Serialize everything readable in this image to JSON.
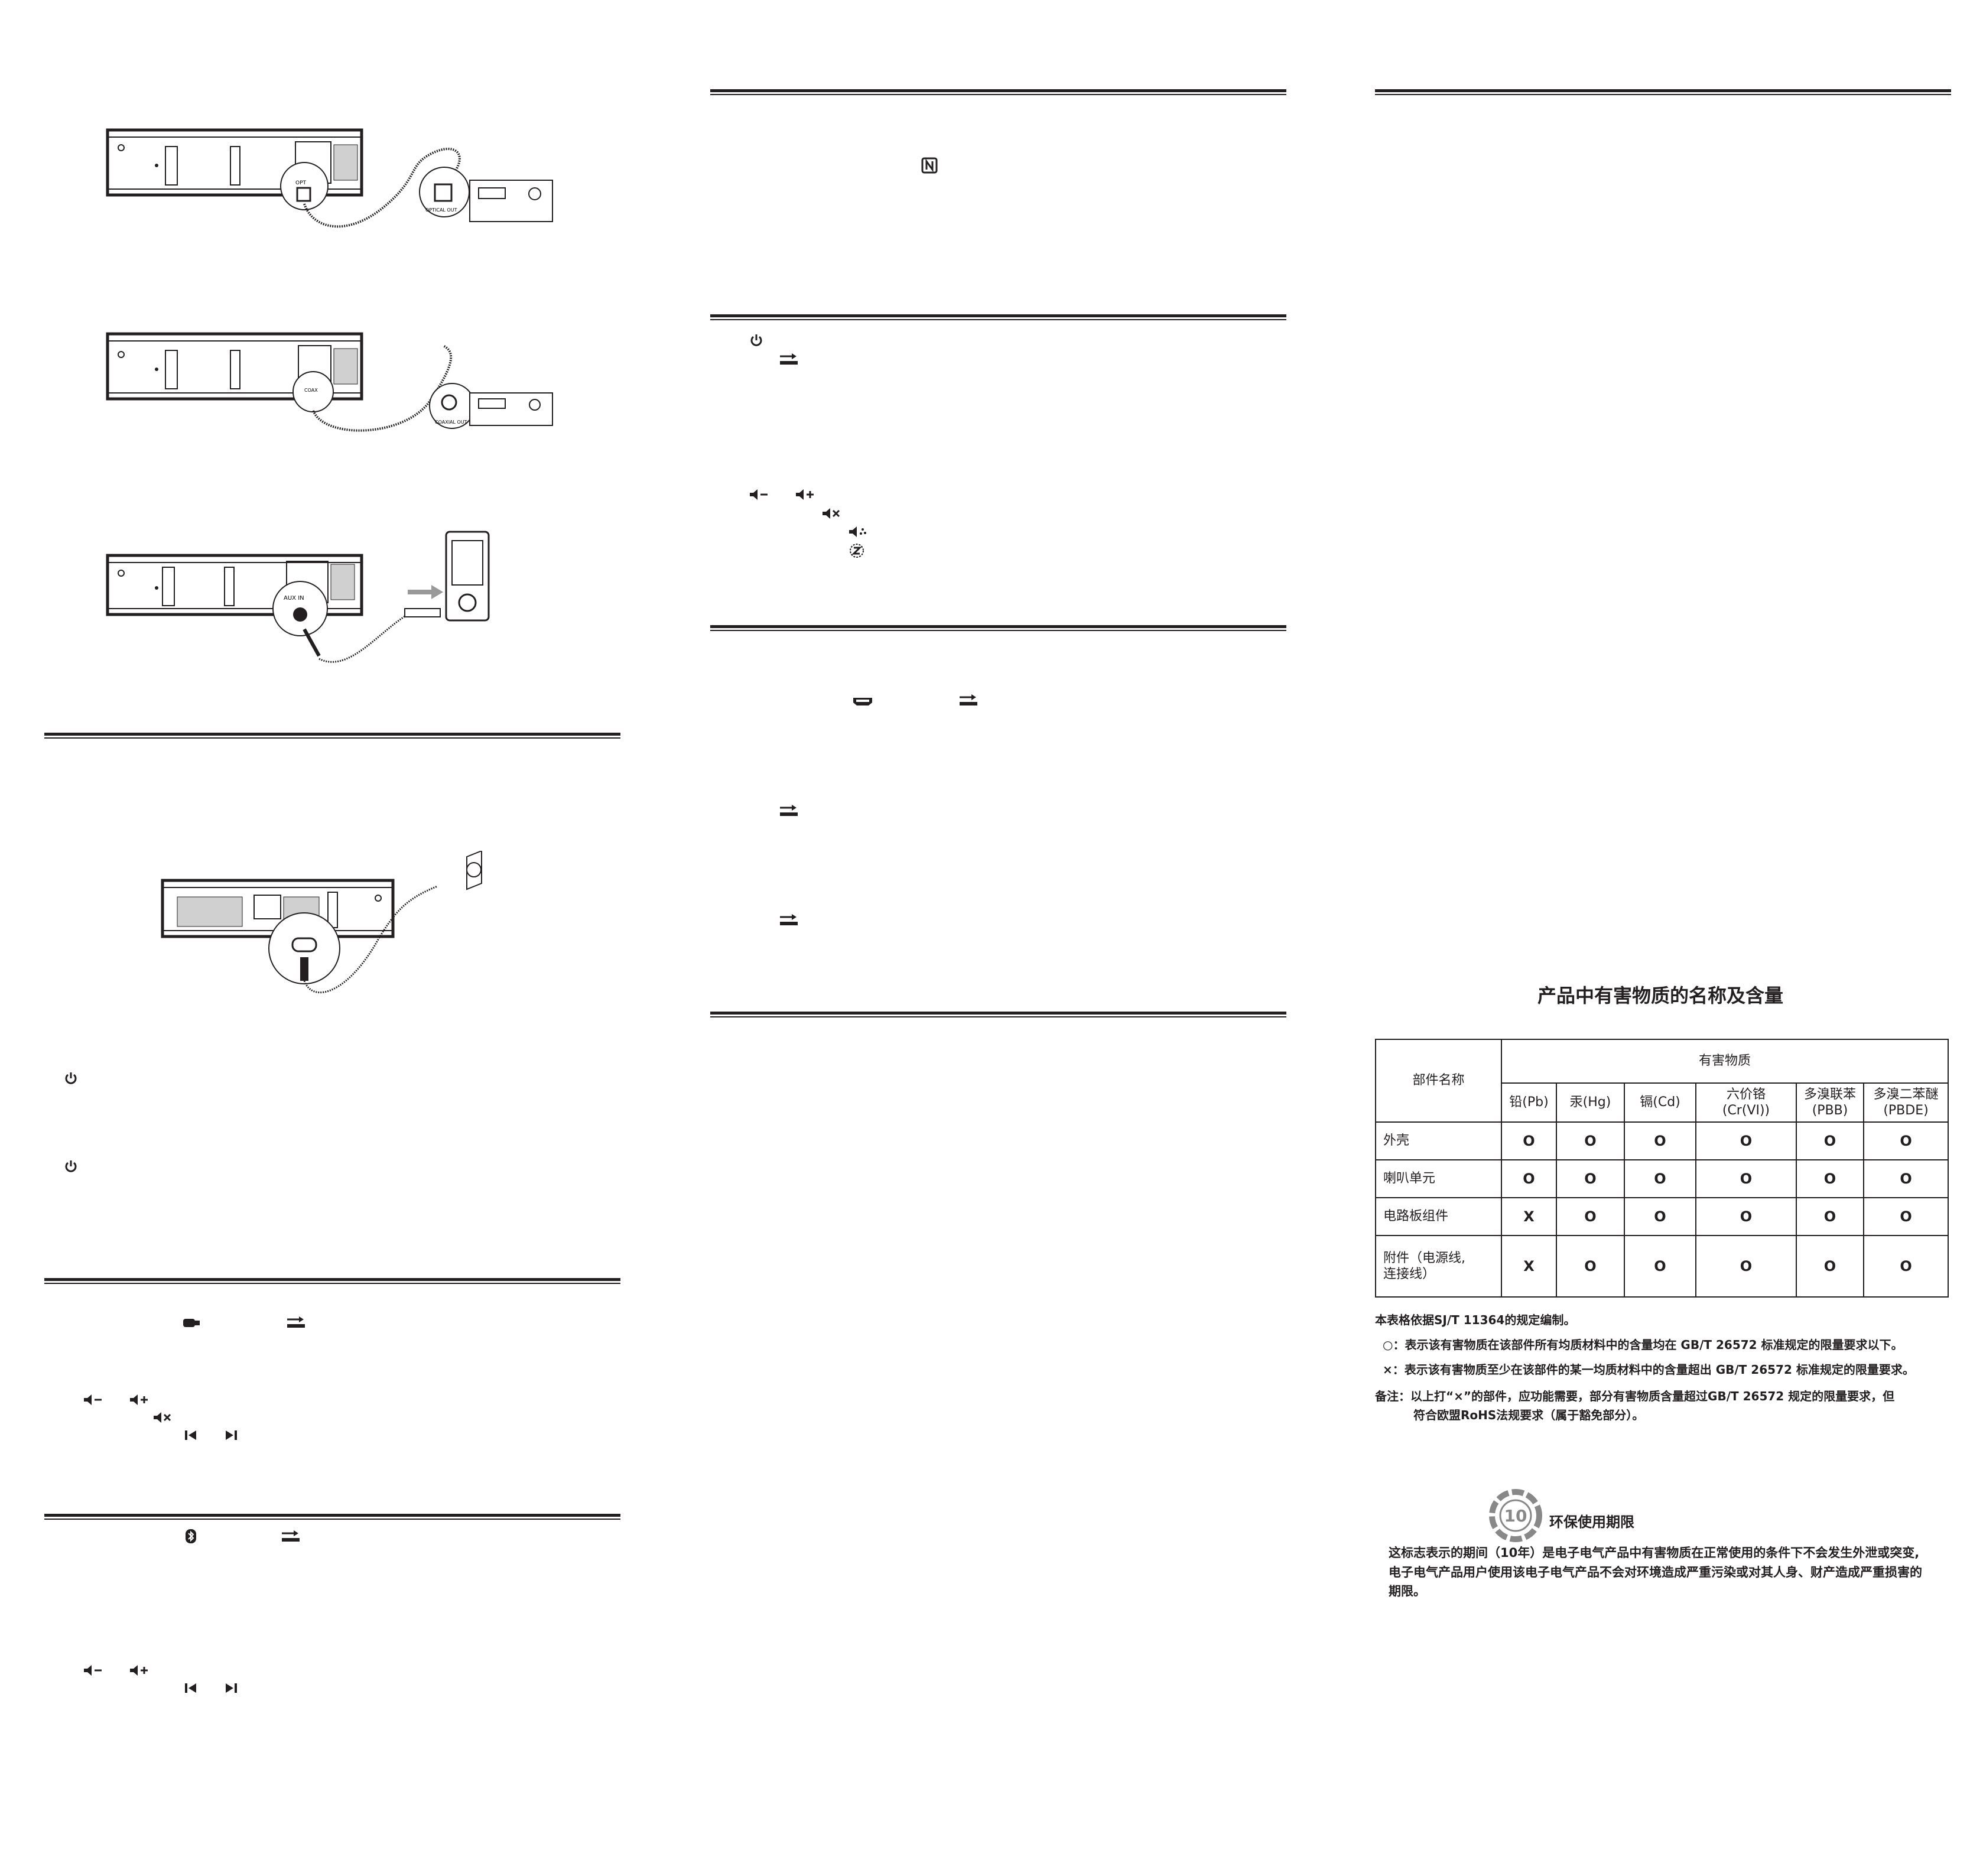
{
  "col1": {
    "optical_callouts": {
      "port": "OPT",
      "device": "OPTICAL OUT"
    },
    "coaxial_callouts": {
      "port": "COAX",
      "device": "COAXIAL OUT"
    },
    "aux_callouts": {
      "port": "AUX IN"
    }
  },
  "hazard_section": {
    "title": "产品中有害物质的名称及含量",
    "part_header": "部件名称",
    "substance_header": "有害物质",
    "substances": [
      "铅(Pb)",
      "汞(Hg)",
      "镉(Cd)",
      "六价铬\n(Cr(VI))",
      "多溴联苯\n(PBB)",
      "多溴二苯醚\n(PBDE)"
    ],
    "rows": [
      {
        "part": "外壳",
        "marks": [
          "O",
          "O",
          "O",
          "O",
          "O",
          "O"
        ]
      },
      {
        "part": "喇叭单元",
        "marks": [
          "O",
          "O",
          "O",
          "O",
          "O",
          "O"
        ]
      },
      {
        "part": "电路板组件",
        "marks": [
          "X",
          "O",
          "O",
          "O",
          "O",
          "O"
        ]
      },
      {
        "part": "附件（电源线,\n连接线）",
        "marks": [
          "X",
          "O",
          "O",
          "O",
          "O",
          "O"
        ]
      }
    ],
    "notes": [
      "本表格依据SJ/T 11364的规定编制。",
      "○：表示该有害物质在该部件所有均质材料中的含量均在 GB/T 26572 标准规定的限量要求以下。",
      "×：表示该有害物质至少在该部件的某一均质材料中的含量超出 GB/T 26572 标准规定的限量要求。",
      "备注：以上打“×”的部件，应功能需要，部分有害物质含量超过GB/T 26572 规定的限量要求，但",
      "符合欧盟RoHS法规要求（属于豁免部分）。"
    ]
  },
  "eco_section": {
    "badge_number": "10",
    "title": "环保使用期限",
    "text_lines": [
      "这标志表示的期间（10年）是电子电气产品中有害物质在正常使用的条件下不会发生外泄或突变,",
      "电子电气产品用户使用该电子电气产品不会对环境造成严重污染或对其人身、财产造成严重损害的",
      "期限。"
    ]
  }
}
